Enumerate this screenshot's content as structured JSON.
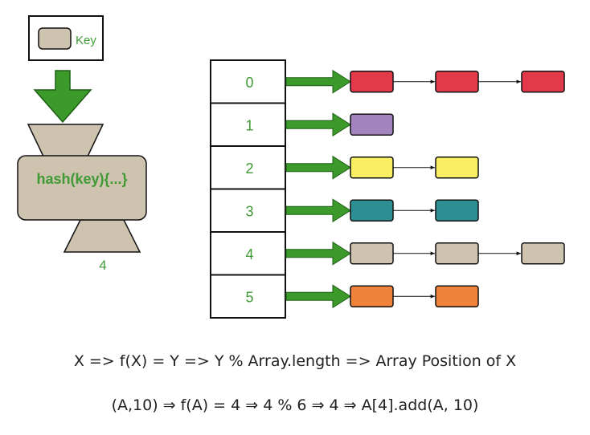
{
  "legend": {
    "key_label": "Key"
  },
  "hash_function": {
    "label": "hash(key){...}",
    "output": "4"
  },
  "buckets": [
    {
      "index": "0",
      "node_colors": [
        "#e23a4a",
        "#e23a4a",
        "#e23a4a"
      ]
    },
    {
      "index": "1",
      "node_colors": [
        "#a484bf"
      ]
    },
    {
      "index": "2",
      "node_colors": [
        "#f9ef62",
        "#f9ef62"
      ]
    },
    {
      "index": "3",
      "node_colors": [
        "#2e8f93",
        "#2e8f93"
      ]
    },
    {
      "index": "4",
      "node_colors": [
        "#cec3ae",
        "#cec3ae",
        "#cec3ae"
      ]
    },
    {
      "index": "5",
      "node_colors": [
        "#ef833c",
        "#ef833c"
      ]
    }
  ],
  "colors": {
    "green": "#3c9a2b",
    "text_green": "#3f9a35",
    "key_fill": "#cec3ae",
    "stroke": "#111111"
  },
  "formulas": {
    "line1": "X => f(X) = Y => Y % Array.length => Array Position of X",
    "line2": "(A,10) ⇒  f(A) = 4 ⇒ 4 % 6 ⇒ 4 ⇒ A[4].add(A, 10)"
  }
}
